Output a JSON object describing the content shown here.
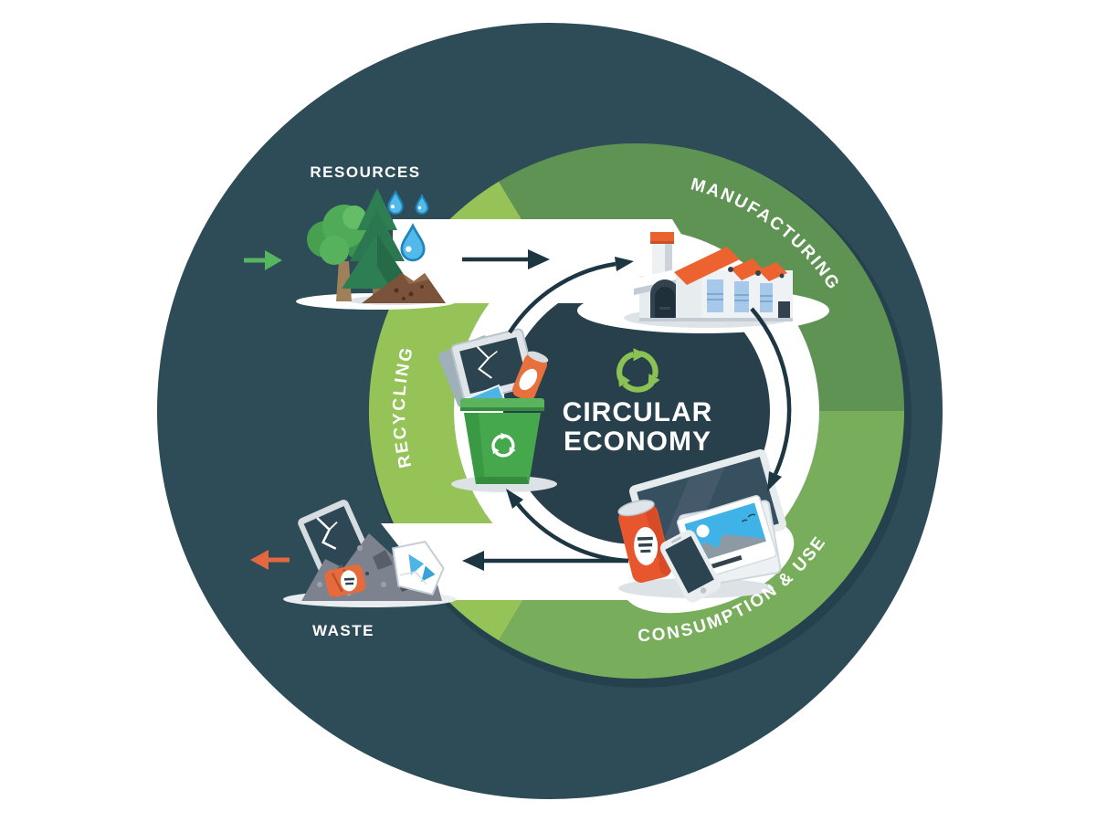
{
  "diagram": {
    "center": {
      "title_line1": "CIRCULAR",
      "title_line2": "ECONOMY",
      "icon": "recycle-icon",
      "icon_color": "#8cc153"
    },
    "ring": {
      "segments": [
        {
          "id": "manufacturing",
          "label": "MANUFACTURING",
          "color": "#5f9354"
        },
        {
          "id": "consumption",
          "label": "CONSUMPTION & USE",
          "color": "#77ad5b"
        },
        {
          "id": "recycling",
          "label": "RECYCLING",
          "color": "#95c358"
        }
      ]
    },
    "external": {
      "input": {
        "label": "RESOURCES",
        "arrow_color": "#55b560"
      },
      "output": {
        "label": "WASTE",
        "arrow_color": "#e56742"
      }
    },
    "colors": {
      "page_background": "#ffffff",
      "disc": "#2e4c58",
      "disc_shadow": "#26414e",
      "center_disc": "#27404c",
      "flow_arrows": "#1c3642",
      "channel": "#ffffff"
    },
    "icons": [
      "recycle-icon",
      "tree-icon",
      "pine-tree-icon",
      "water-drops-icon",
      "soil-icon",
      "factory-icon",
      "recycle-bin-icon",
      "ewaste-icon",
      "laptop-icon",
      "photo-card-icon",
      "soda-can-icon",
      "smartphone-icon",
      "waste-pile-icon",
      "broken-tablet-icon",
      "crushed-can-icon",
      "crumpled-paper-icon",
      "input-arrow-icon",
      "output-arrow-icon"
    ]
  }
}
